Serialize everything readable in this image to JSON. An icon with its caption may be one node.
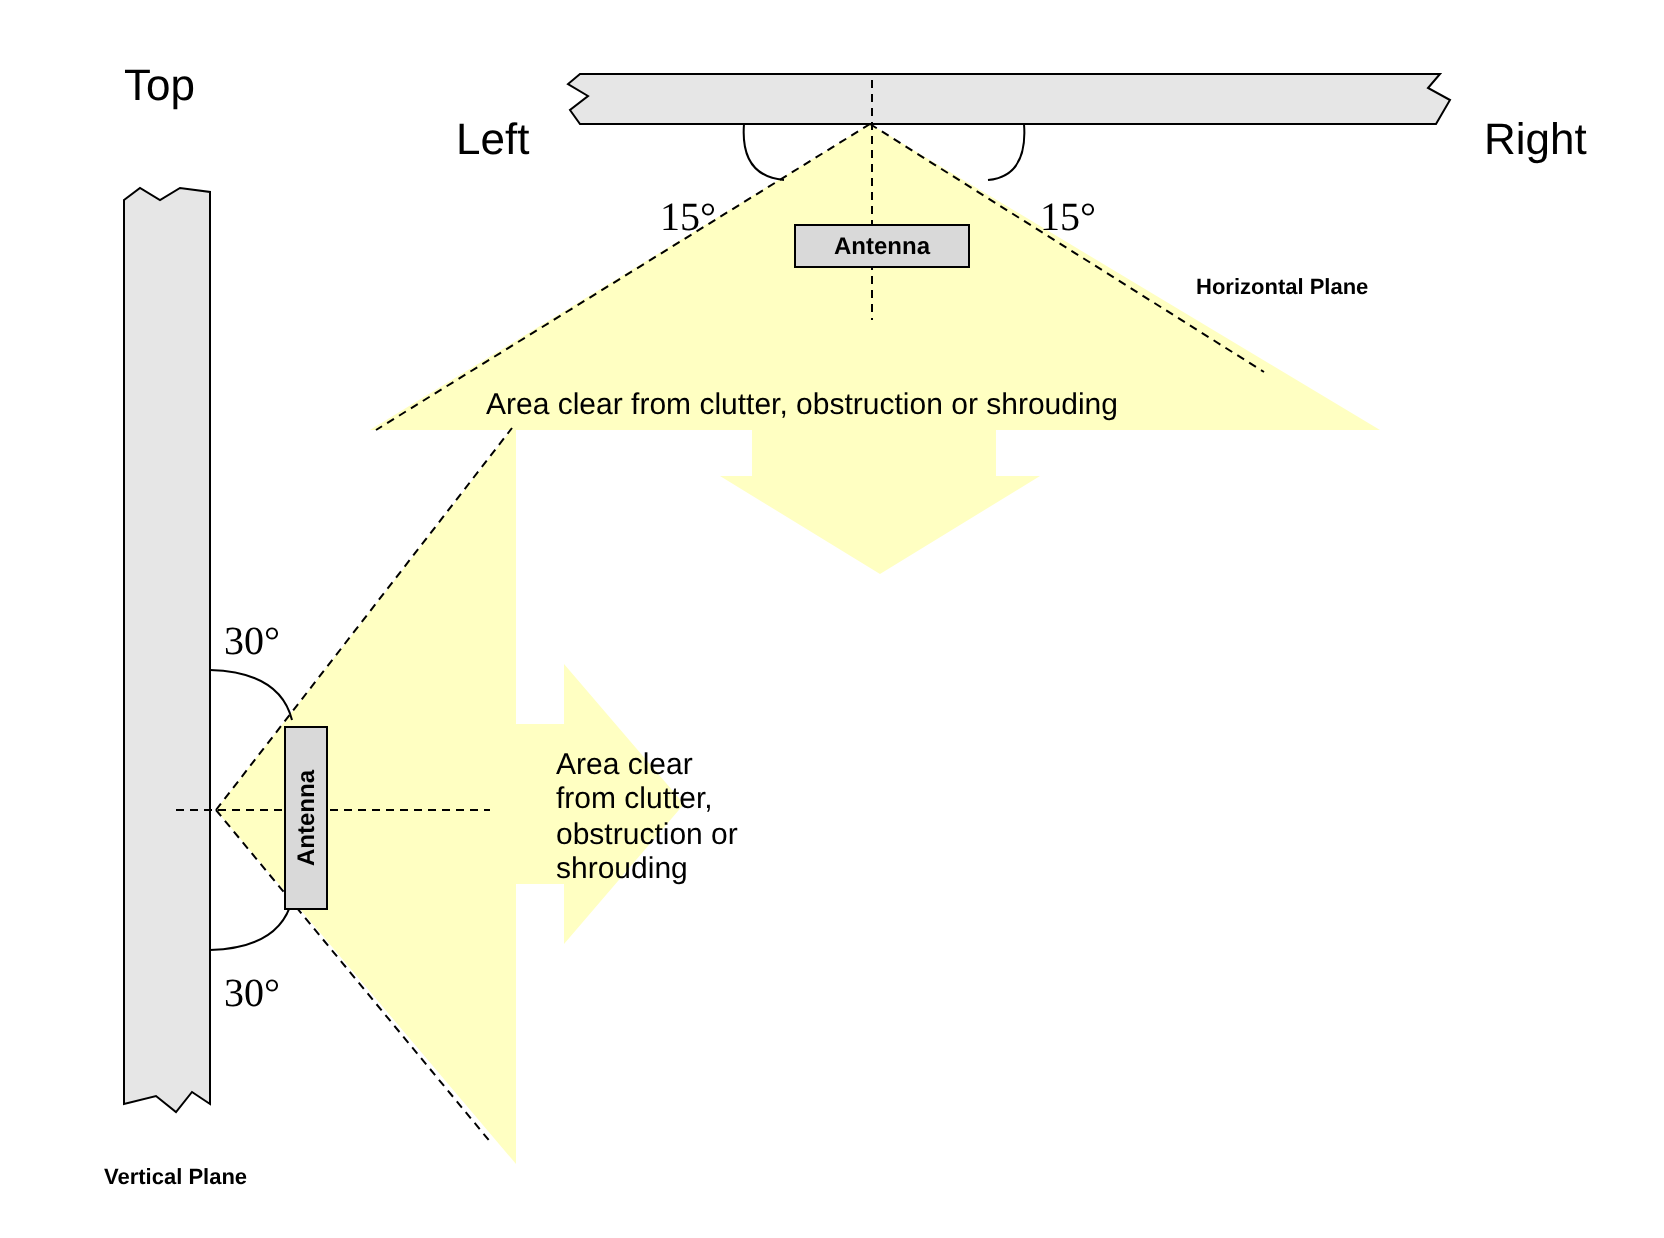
{
  "diagram": {
    "nodes": [
      {
        "text": [
          "Antenna"
        ]
      },
      {
        "text": [
          "Antenna"
        ]
      }
    ],
    "labels": [
      "Top",
      "Left",
      "Right",
      "15°",
      "15°",
      "Horizontal Plane",
      "Area clear from clutter, obstruction or shrouding",
      "30°",
      "Area clear from clutter, obstruction or shrouding",
      "30°",
      "Vertical Plane"
    ]
  }
}
